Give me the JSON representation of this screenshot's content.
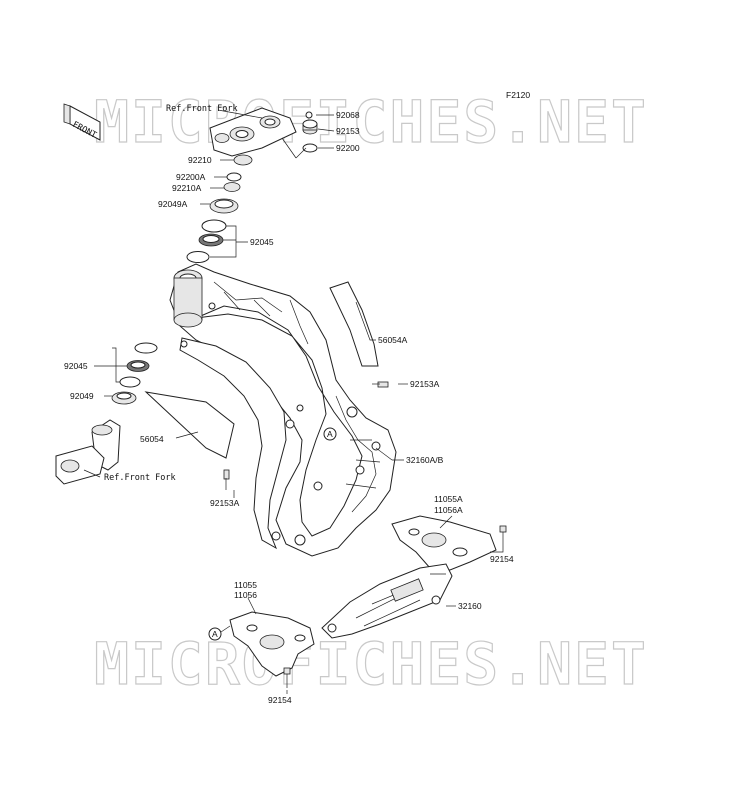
{
  "diagram_id": "F2120",
  "watermark": "MICROFICHES.NET",
  "front_tag": "FRONT",
  "circle_ref": "A",
  "ref_front_fork": "Ref.Front Fork",
  "parts": {
    "p92068": "92068",
    "p92153": "92153",
    "p92200": "92200",
    "p92210": "92210",
    "p92200A": "92200A",
    "p92210A": "92210A",
    "p92049A": "92049A",
    "p92045_top": "92045",
    "p56054A": "56054A",
    "p92045_left": "92045",
    "p92049": "92049",
    "p92153A_right": "92153A",
    "p56054": "56054",
    "p32160AB": "32160A/B",
    "p92153A_left": "92153A",
    "p11055A": "11055A",
    "p11056A": "11056A",
    "p92154_right": "92154",
    "p11055": "11055",
    "p11056": "11056",
    "p32160": "32160",
    "p92154_bottom": "92154"
  }
}
